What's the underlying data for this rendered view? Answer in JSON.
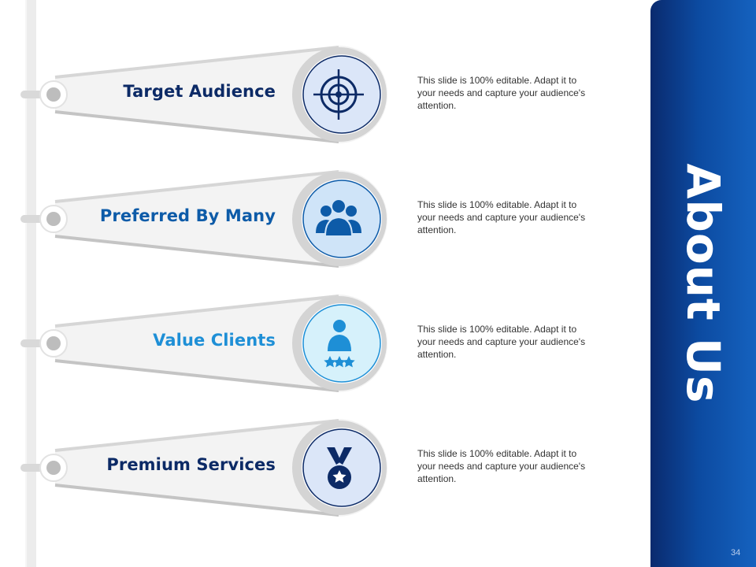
{
  "side_title": "About Us",
  "page_number": "34",
  "items": [
    {
      "title": "Target Audience",
      "title_color": "#0c2a66",
      "description": "This slide is 100% editable. Adapt it to your needs and capture your audience's attention.",
      "icon": "target-icon",
      "circle_fill": "#dbe6f8",
      "circle_stroke": "#0c2a66"
    },
    {
      "title": "Preferred By Many",
      "title_color": "#0d5ba8",
      "description": "This slide is 100% editable. Adapt it to your needs and capture your audience's attention.",
      "icon": "group-icon",
      "circle_fill": "#cfe4f8",
      "circle_stroke": "#0d5ba8"
    },
    {
      "title": "Value Clients",
      "title_color": "#1e8fd6",
      "description": "This slide is 100% editable. Adapt it to your needs and capture your audience's attention.",
      "icon": "client-stars-icon",
      "circle_fill": "#d6f1fb",
      "circle_stroke": "#1e8fd6"
    },
    {
      "title": "Premium Services",
      "title_color": "#0c2a66",
      "description": "This slide is 100% editable. Adapt it to your needs and capture your audience's attention.",
      "icon": "medal-icon",
      "circle_fill": "#dbe6f8",
      "circle_stroke": "#0c2a66"
    }
  ]
}
